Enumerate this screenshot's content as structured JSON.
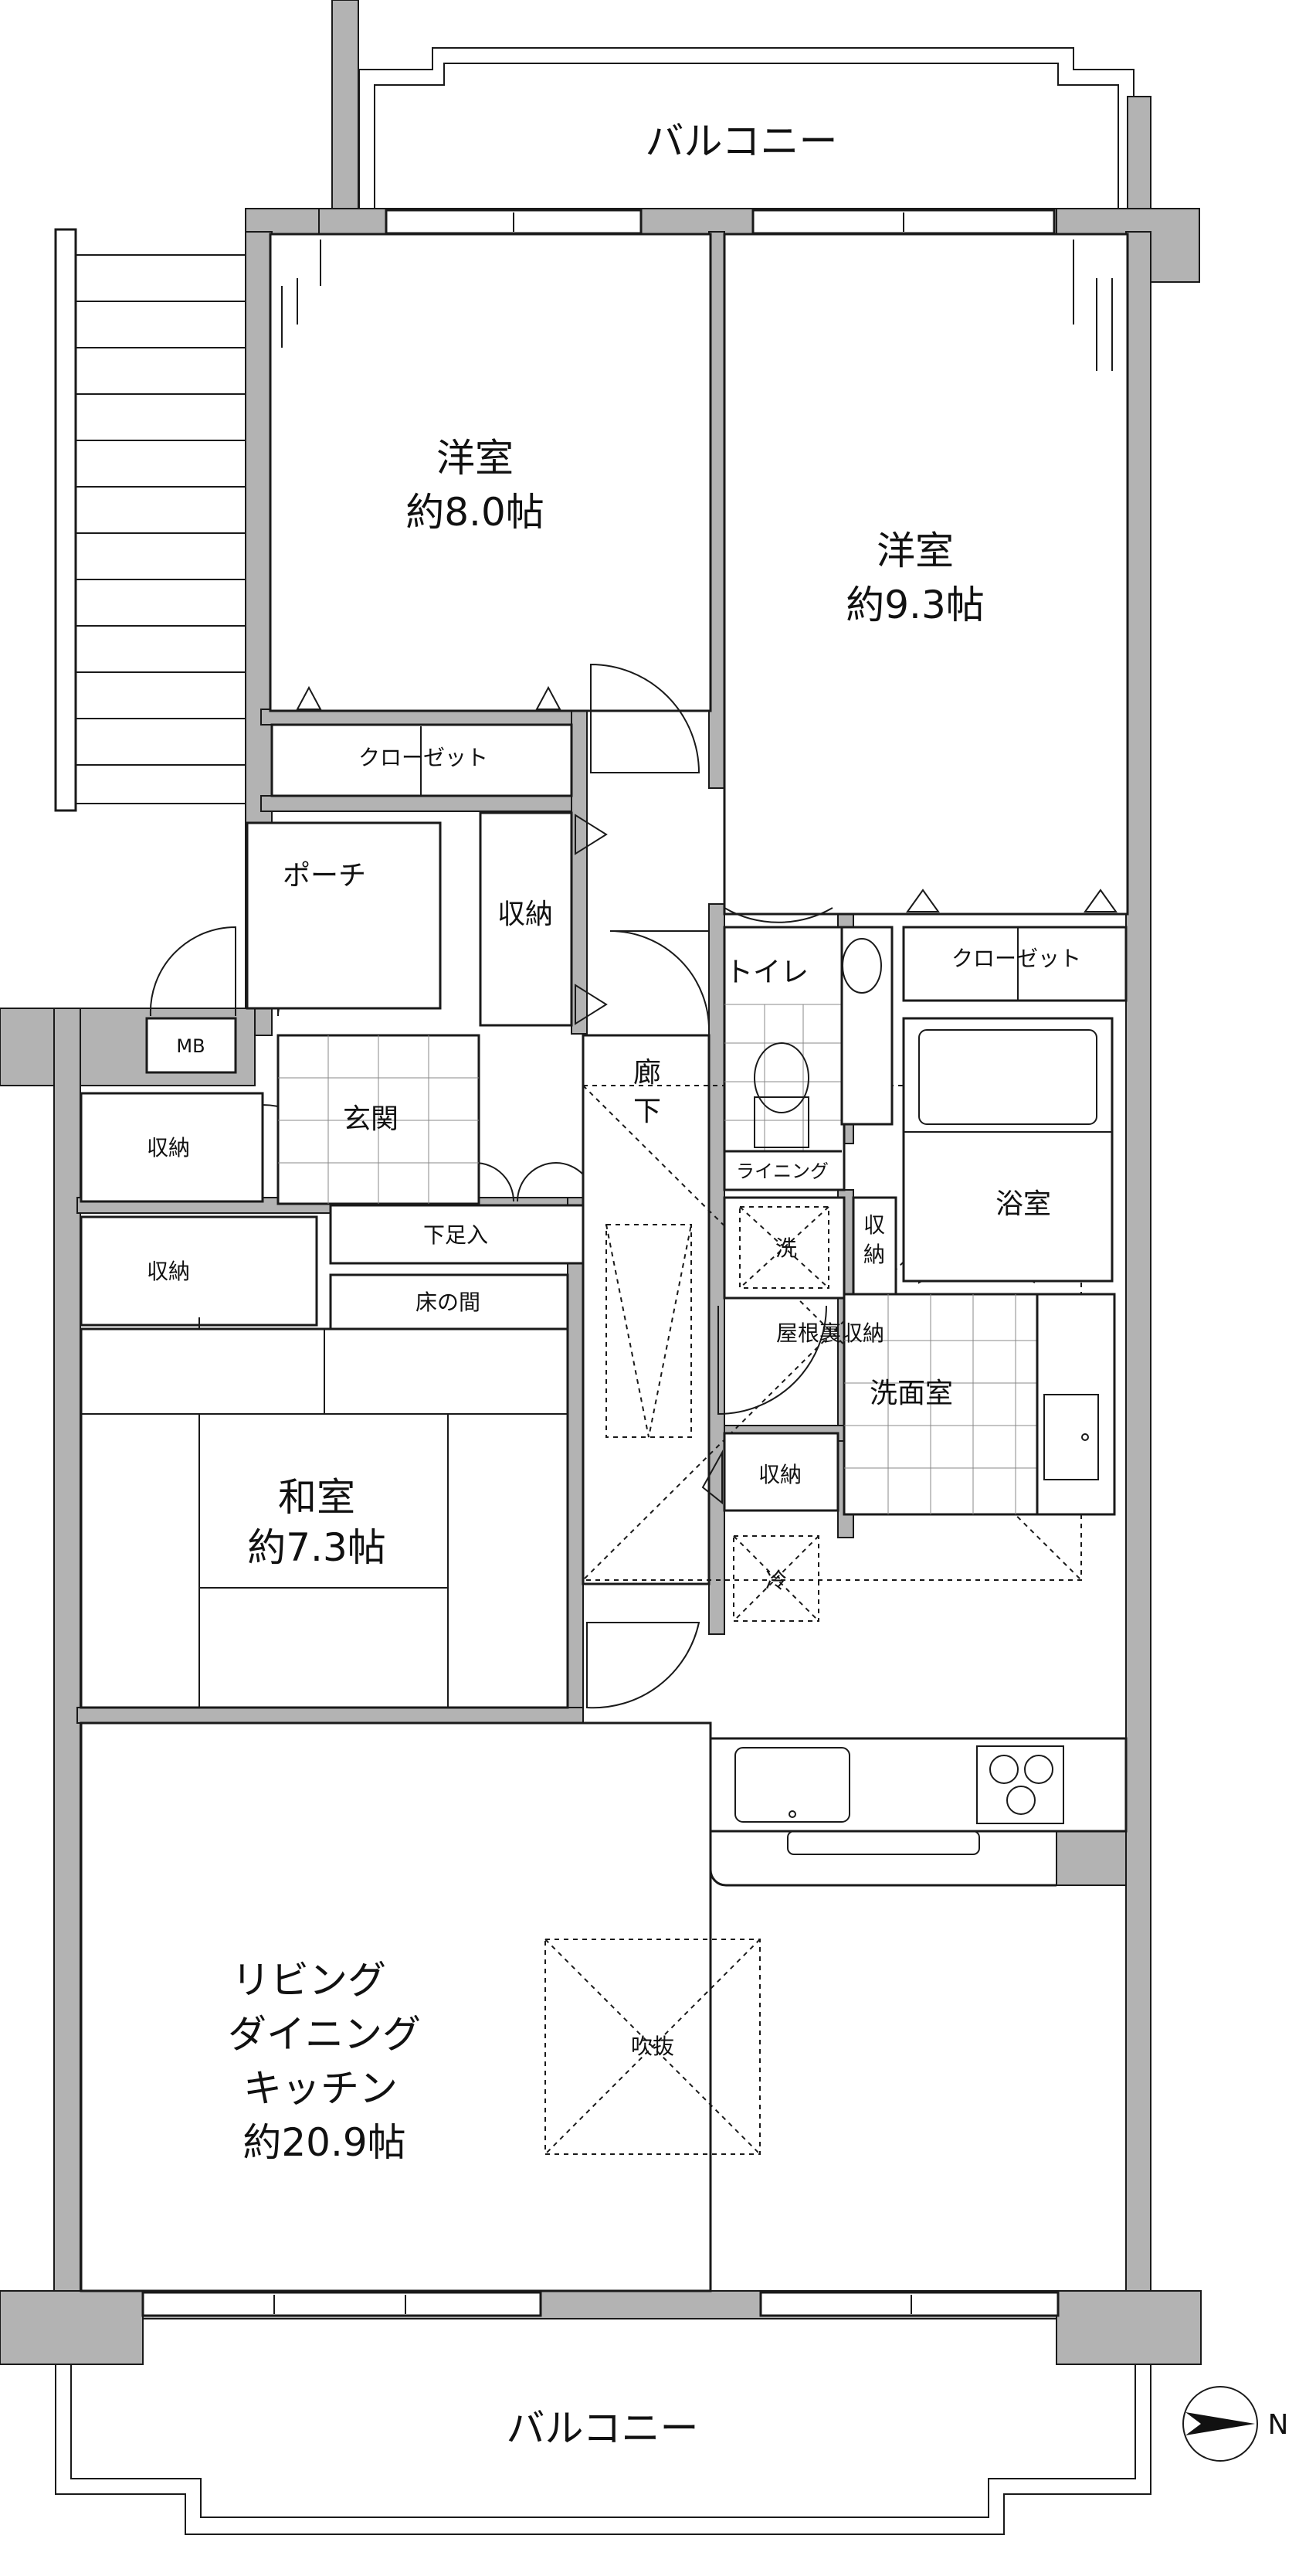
{
  "balcony_top": "バルコニー",
  "balcony_bottom": "バルコニー",
  "bedroom1": {
    "name": "洋室",
    "size": "約8.0帖"
  },
  "bedroom2": {
    "name": "洋室",
    "size": "約9.3帖"
  },
  "closet1": "クローゼット",
  "closet2": "クローゼット",
  "porch": "ポーチ",
  "storage_hall": "収納",
  "toilet": "トイレ",
  "lining": "ライニング",
  "mb": "MB",
  "entrance": "玄関",
  "storage_left1": "収納",
  "storage_left2": "収納",
  "shoe_box": "下足入",
  "corridor": [
    "廊",
    "下"
  ],
  "bath": "浴室",
  "washer": "洗",
  "storage_small": [
    "収",
    "納"
  ],
  "attic_storage": "屋根裏収納",
  "washroom": "洗面室",
  "tokonoma": "床の間",
  "japanese_room": {
    "name": "和室",
    "size": "約7.3帖"
  },
  "storage_mid": "収納",
  "fridge": "冷",
  "ldk": {
    "lines": [
      "リビング",
      "ダイニング",
      "キッチン"
    ],
    "size": "約20.9帖"
  },
  "void": "吹抜",
  "compass": "N"
}
